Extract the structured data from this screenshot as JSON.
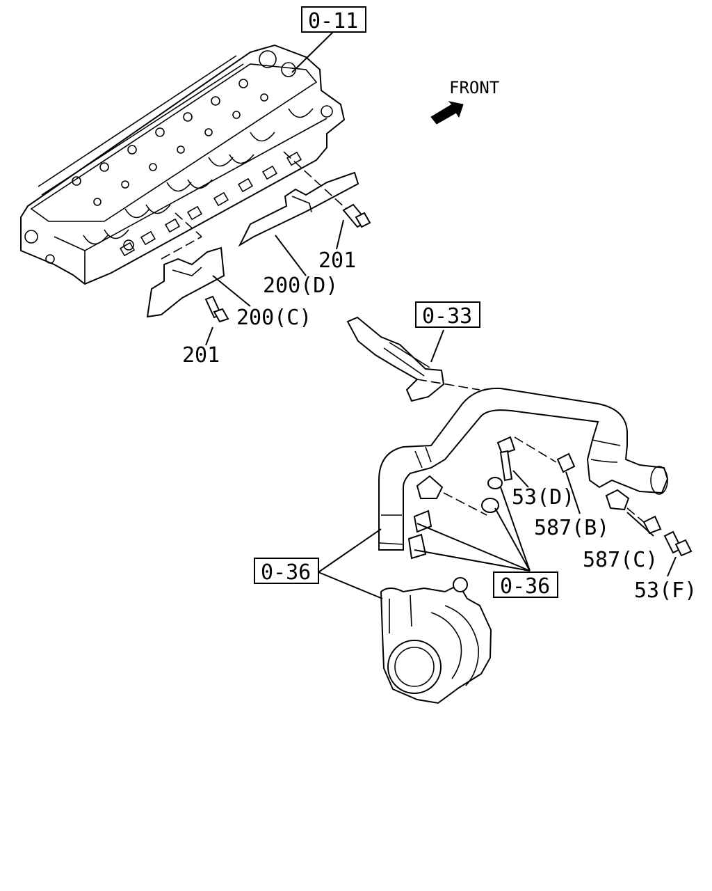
{
  "front_label": "FRONT",
  "refs": {
    "o11": "0-11",
    "o33": "0-33",
    "o36_left": "0-36",
    "o36_right": "0-36"
  },
  "callouts": {
    "p201_upper": "201",
    "p200d": "200(D)",
    "p200c": "200(C)",
    "p201_lower": "201",
    "p53d": "53(D)",
    "p587b": "587(B)",
    "p587c": "587(C)",
    "p53f": "53(F)"
  },
  "icons": {
    "front_arrow": "front-arrow-icon"
  }
}
